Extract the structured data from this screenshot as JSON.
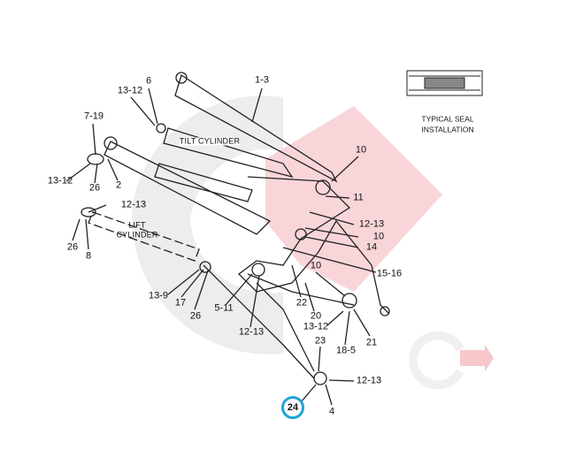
{
  "title": "Loader arm and cylinder parts diagram",
  "seal_caption": [
    "TYPICAL SEAL",
    "INSTALLATION"
  ],
  "cylinder_labels": {
    "tilt": "TILT CYLINDER",
    "lift_1": "LIFT",
    "lift_2": "CYLINDER"
  },
  "callouts": [
    "6",
    "1-3",
    "13-12",
    "7-19",
    "13-12",
    "26",
    "2",
    "12-13",
    "26",
    "8",
    "13-9",
    "17",
    "26",
    "5-11",
    "12-13",
    "10",
    "11",
    "12-13",
    "10",
    "14",
    "15-16",
    "10",
    "22",
    "20",
    "13-12",
    "21",
    "23",
    "18-5",
    "12-13",
    "4"
  ],
  "highlighted_callout": "24",
  "colors": {
    "highlight": "#1fa3d6",
    "watermark_red": "#f7d3d6",
    "watermark_gray": "#eeeeee"
  }
}
